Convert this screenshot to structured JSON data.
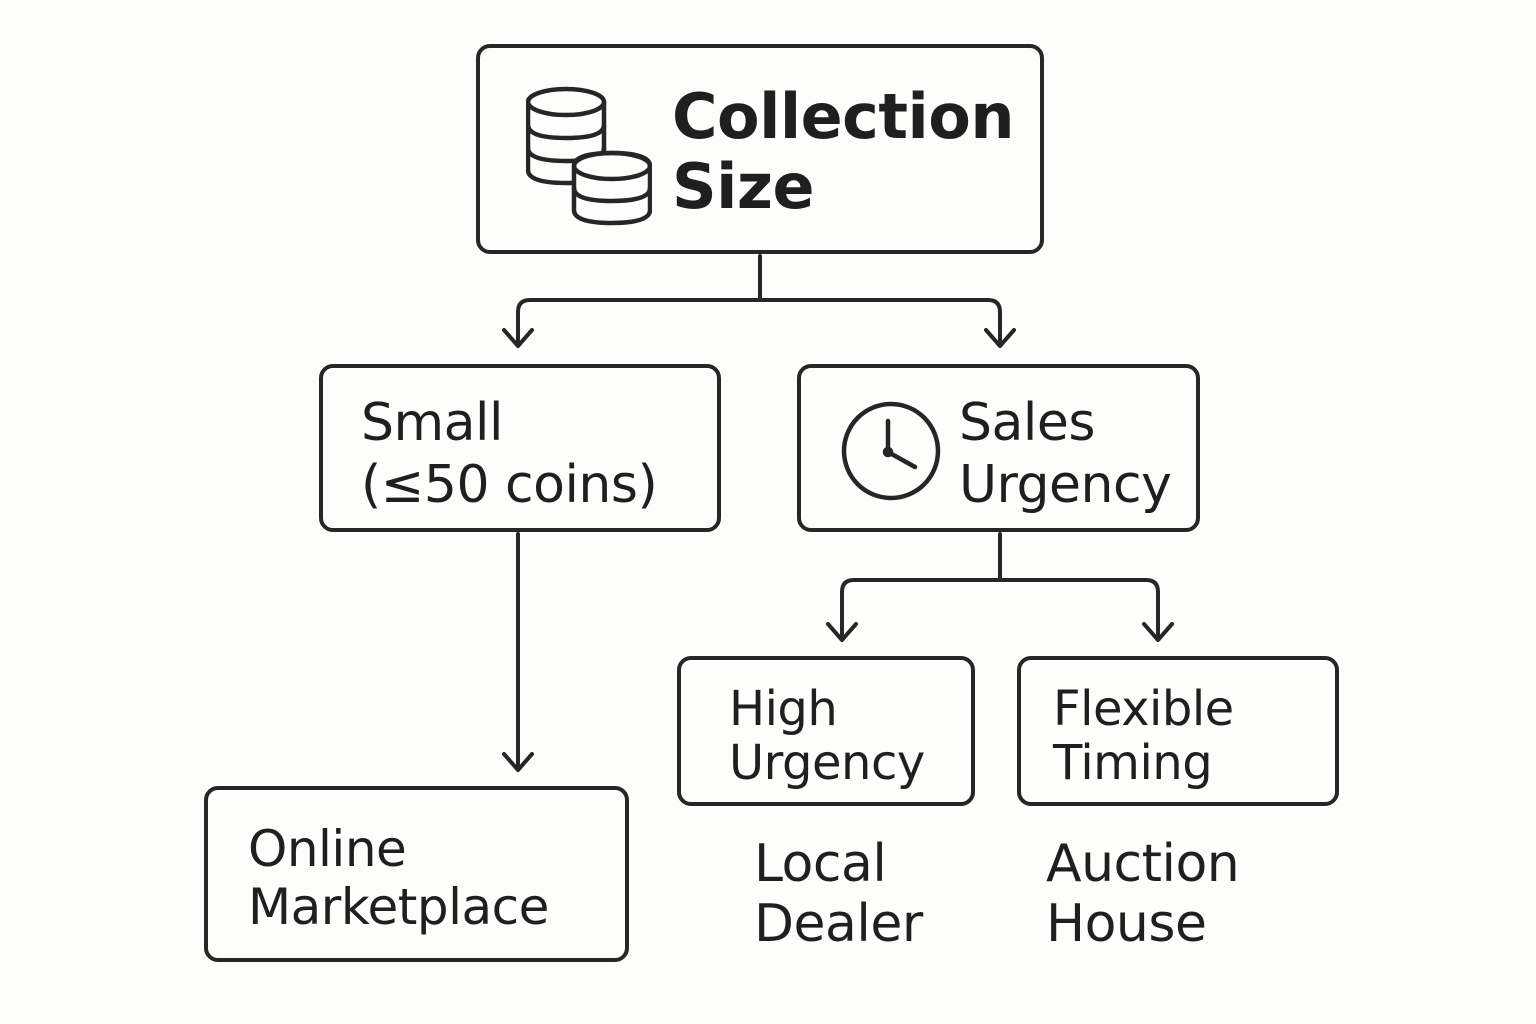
{
  "diagram": {
    "root": {
      "line1": "Collection",
      "line2": "Size",
      "icon": "coins-stack-icon"
    },
    "small": {
      "line1": "Small",
      "line2": "(≤50 coins)"
    },
    "urgency": {
      "line1": "Sales",
      "line2": "Urgency",
      "icon": "clock-icon"
    },
    "online": {
      "line1": "Online",
      "line2": "Marketplace"
    },
    "high": {
      "line1": "High",
      "line2": "Urgency"
    },
    "flexible": {
      "line1": "Flexible",
      "line2": "Timing"
    },
    "local": {
      "line1": "Local",
      "line2": "Dealer"
    },
    "auction": {
      "line1": "Auction",
      "line2": "House"
    }
  },
  "colors": {
    "stroke": "#262626",
    "background": "#fdfdfc",
    "text": "#1f1f1f"
  }
}
